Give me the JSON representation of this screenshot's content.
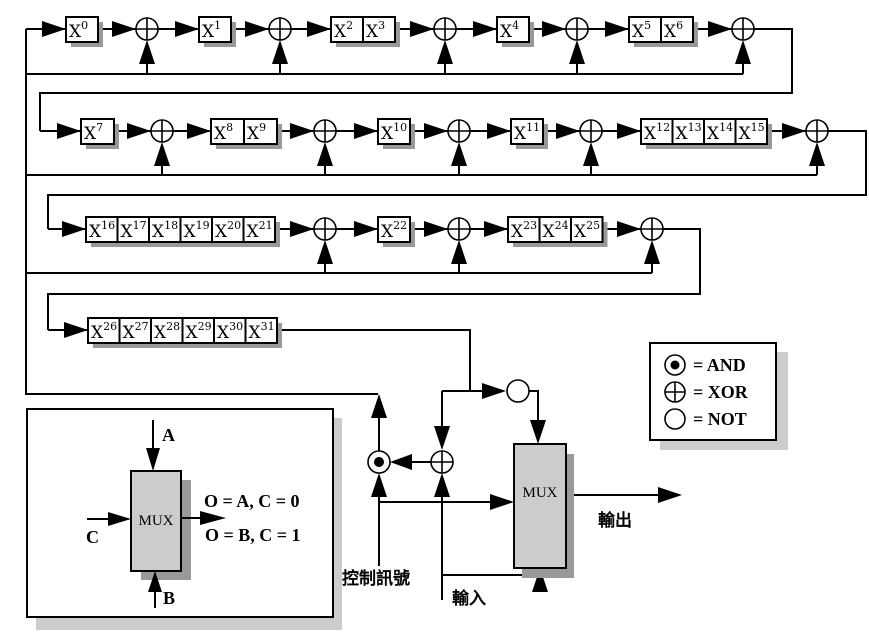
{
  "diagram": {
    "title": "32-bit LFSR scrambler with MUX output",
    "rows": [
      {
        "id": "row-1",
        "stages": [
          [
            "X",
            "0"
          ],
          [
            "X",
            "1"
          ],
          [
            "X",
            "2",
            "X",
            "3"
          ],
          [
            "X",
            "4"
          ],
          [
            "X",
            "5",
            "X",
            "6"
          ]
        ]
      },
      {
        "id": "row-2",
        "stages": [
          [
            "X",
            "7"
          ],
          [
            "X",
            "8",
            "X",
            "9"
          ],
          [
            "X",
            "10"
          ],
          [
            "X",
            "11"
          ],
          [
            "X",
            "12",
            "X",
            "13",
            "X",
            "14",
            "X",
            "15"
          ]
        ]
      },
      {
        "id": "row-3",
        "stages": [
          [
            "X",
            "16",
            "X",
            "17",
            "X",
            "18",
            "X",
            "19",
            "X",
            "20",
            "X",
            "21"
          ],
          [
            "X",
            "22"
          ],
          [
            "X",
            "23",
            "X",
            "24",
            "X",
            "25"
          ]
        ]
      },
      {
        "id": "row-4",
        "stages": [
          [
            "X",
            "26",
            "X",
            "27",
            "X",
            "28",
            "X",
            "29",
            "X",
            "30",
            "X",
            "31"
          ]
        ]
      }
    ],
    "registers": [
      [
        "0"
      ],
      [
        "1"
      ],
      [
        "2",
        "3"
      ],
      [
        "4"
      ],
      [
        "5",
        "6"
      ],
      [
        "7"
      ],
      [
        "8",
        "9"
      ],
      [
        "10"
      ],
      [
        "11"
      ],
      [
        "12",
        "13",
        "14",
        "15"
      ],
      [
        "16",
        "17",
        "18",
        "19",
        "20",
        "21"
      ],
      [
        "22"
      ],
      [
        "23",
        "24",
        "25"
      ],
      [
        "26",
        "27",
        "28",
        "29",
        "30",
        "31"
      ]
    ],
    "register_prefix": "X",
    "mux_label": "MUX",
    "labels": {
      "control_signal": "控制訊號",
      "input": "輸入",
      "output": "輸出"
    },
    "legend": {
      "items": [
        {
          "symbol": "and-gate",
          "text": "= AND"
        },
        {
          "symbol": "xor-gate",
          "text": "= XOR"
        },
        {
          "symbol": "not-gate",
          "text": "= NOT"
        }
      ]
    },
    "mux_explainer": {
      "mux_label": "MUX",
      "input_a": "A",
      "input_b": "B",
      "control": "C",
      "rule_1": "O = A, C = 0",
      "rule_2": "O = B, C = 1"
    }
  }
}
